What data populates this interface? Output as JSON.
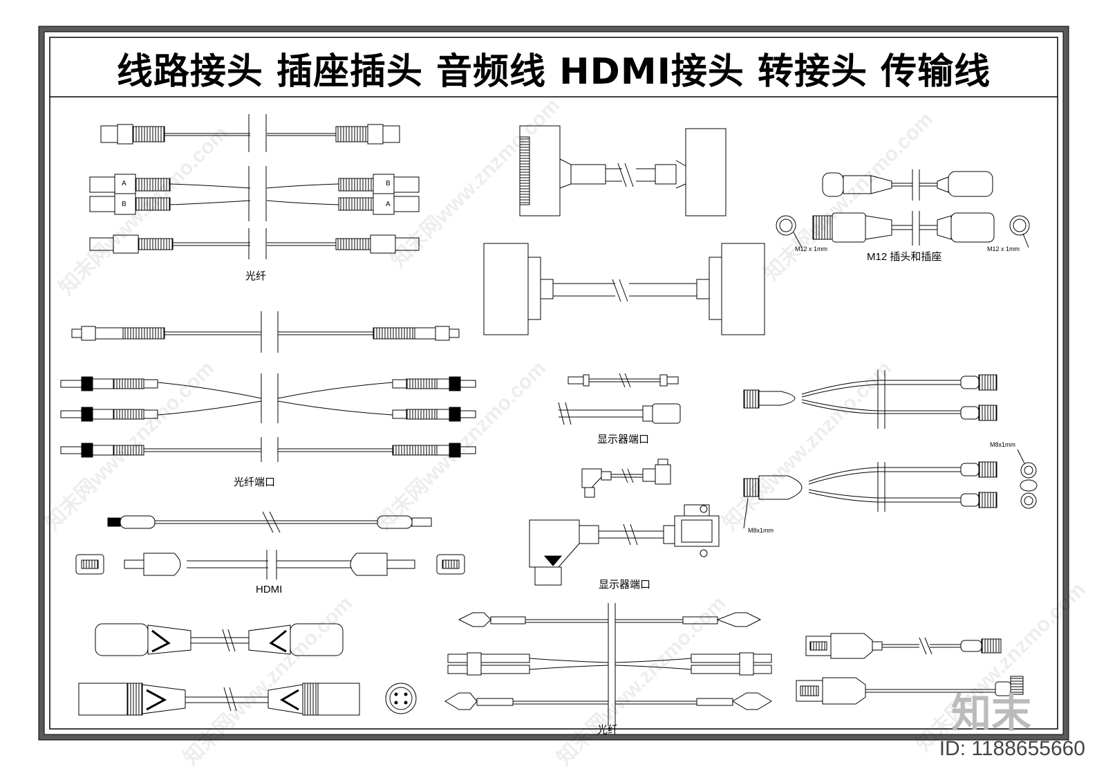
{
  "title": "线路接头 插座插头 音频线 HDMI接头 转接头 传输线",
  "labels": {
    "fiber_top": "光纤",
    "fiber_port": "光纤端口",
    "hdmi": "HDMI",
    "display_port_1": "显示器端口",
    "display_port_2": "显示器端口",
    "fiber_bottom": "光纤",
    "m12_caption": "M12 插头和插座",
    "m12_left": "M12 x 1mm",
    "m12_right": "M12 x 1mm",
    "m8_top": "M8x1mm",
    "m8_left": "M8x1mm",
    "ab_a": "A",
    "ab_b": "B"
  },
  "watermark": "知末网www.znzmo.com",
  "logo": "知末",
  "id_text": "ID: 1188655660",
  "colors": {
    "line": "#000000",
    "frame": "#555555",
    "watermark": "#cccccc"
  }
}
